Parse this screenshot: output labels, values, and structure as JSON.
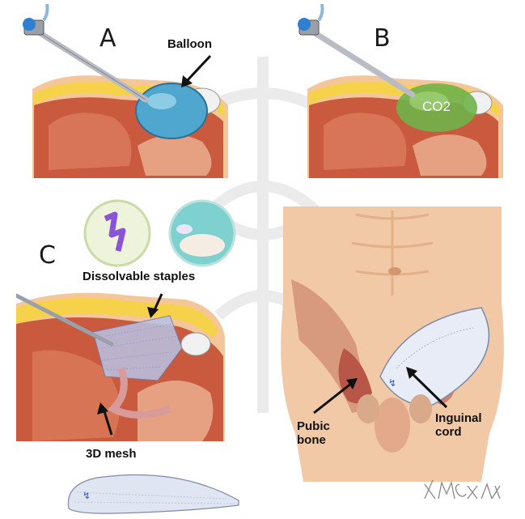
{
  "panels": [
    {
      "letter": "A"
    },
    {
      "letter": "B"
    },
    {
      "letter": "C"
    }
  ],
  "labels": {
    "balloon": "Balloon",
    "co2": "CO2",
    "staples": "Dissolvable staples",
    "mesh": "3D mesh",
    "pubic_bone": "Pubic\nbone",
    "inguinal_cord": "Inguinal\ncord"
  },
  "signature": "KMcKAX",
  "colors": {
    "skin": "#f3c79a",
    "fat": "#f5d24a",
    "muscle": "#c95a3d",
    "balloon": "#4fa7cf",
    "co2": "#6fb24a",
    "mesh": "#b9c3e6",
    "instrument": "#b9bcc4",
    "valve": "#2f7fd0"
  }
}
